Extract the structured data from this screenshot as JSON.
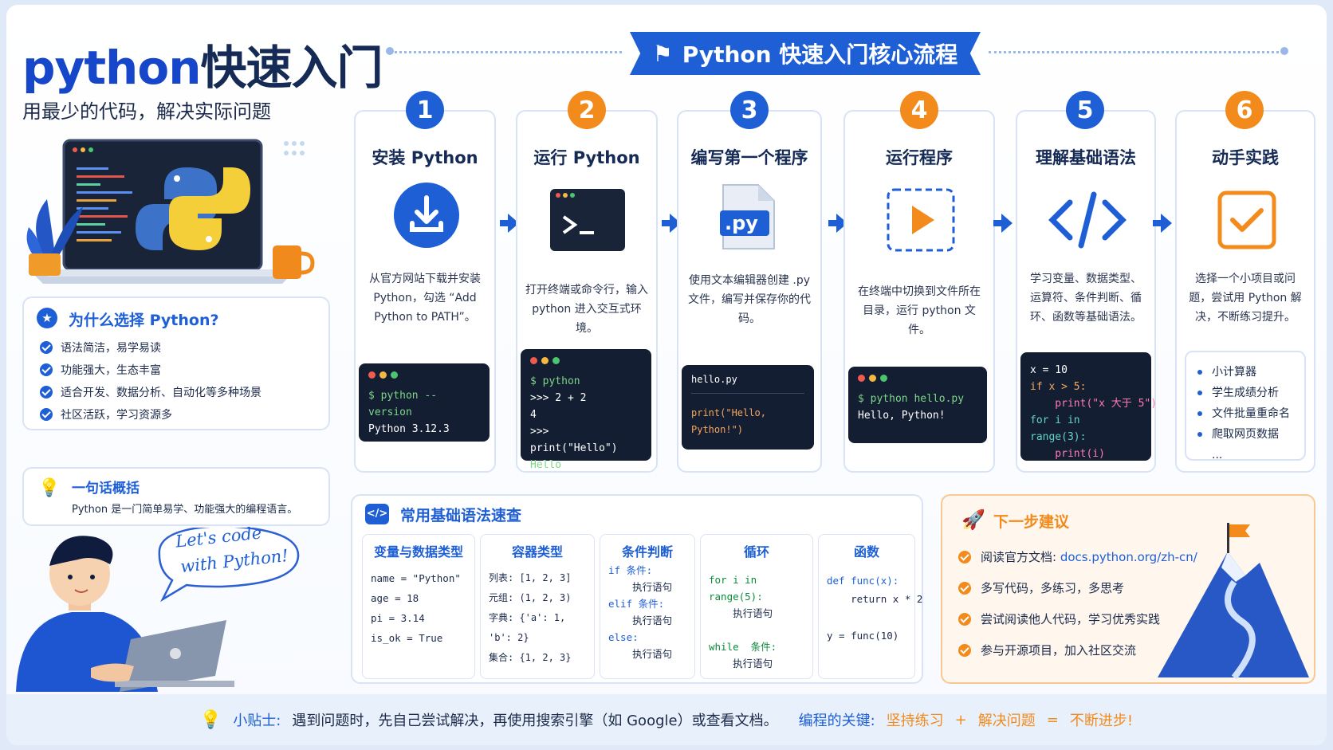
{
  "header": {
    "title_en": "python",
    "title_cn": "快速入门",
    "subtitle": "用最少的代码，解决实际问题"
  },
  "banner": {
    "title": "Python 快速入门核心流程",
    "icon": "flag-icon"
  },
  "steps": [
    {
      "num": "1",
      "title": "安装 Python",
      "desc": "从官方网站下载并安装 Python，勾选 “Add Python to PATH”。",
      "icon": "download-icon",
      "term": [
        "$ python --version",
        "Python 3.12.3"
      ]
    },
    {
      "num": "2",
      "title": "运行 Python",
      "desc": "打开终端或命令行，输入 python 进入交互式环境。",
      "icon": "terminal-icon",
      "term": [
        "$ python",
        ">>> 2 + 2",
        "4",
        ">>> print(\"Hello\")",
        "Hello"
      ]
    },
    {
      "num": "3",
      "title": "编写第一个程序",
      "desc": "使用文本编辑器创建 .py 文件，编写并保存你的代码。",
      "icon": "py-file-icon",
      "file_label": ".py",
      "term": [
        "hello.py",
        "print(\"Hello, Python!\")"
      ]
    },
    {
      "num": "4",
      "title": "运行程序",
      "desc": "在终端中切换到文件所在目录，运行 python 文件。",
      "icon": "play-icon",
      "term": [
        "$ python hello.py",
        "Hello, Python!"
      ]
    },
    {
      "num": "5",
      "title": "理解基础语法",
      "desc": "学习变量、数据类型、运算符、条件判断、循环、函数等基础语法。",
      "icon": "code-icon",
      "term": [
        "x = 10",
        "if x > 5:",
        "    print(\"x 大于 5\")",
        "for i in range(3):",
        "    print(i)"
      ]
    },
    {
      "num": "6",
      "title": "动手实践",
      "desc": "选择一个小项目或问题，尝试用 Python 解决，不断练习提升。",
      "icon": "checkbox-icon",
      "list": [
        "小计算器",
        "学生成绩分析",
        "文件批量重命名",
        "爬取网页数据",
        "..."
      ]
    }
  ],
  "why": {
    "title": "为什么选择 Python?",
    "items": [
      "语法简洁，易学易读",
      "功能强大，生态丰富",
      "适合开发、数据分析、自动化等多种场景",
      "社区活跃，学习资源多"
    ]
  },
  "summary": {
    "title": "一句话概括",
    "text": "Python 是一门简单易学、功能强大的编程语言。"
  },
  "speech": {
    "line1": "Let's code",
    "line2": "with Python!"
  },
  "syntax": {
    "title": "常用基础语法速查",
    "cols": [
      {
        "head": "变量与数据类型",
        "lines": [
          "name = \"Python\"",
          "age = 18",
          "pi = 3.14",
          "is_ok = True"
        ]
      },
      {
        "head": "容器类型",
        "lines": [
          "列表: [1, 2, 3]",
          "元组: (1, 2, 3)",
          "字典: {'a': 1, 'b': 2}",
          "集合: {1, 2, 3}"
        ]
      },
      {
        "head": "条件判断",
        "lines": [
          "if 条件:",
          "    执行语句",
          "elif 条件:",
          "    执行语句",
          "else:",
          "    执行语句"
        ]
      },
      {
        "head": "循环",
        "lines": [
          "for i in range(5):",
          "    执行语句",
          "",
          "while  条件:",
          "    执行语句"
        ]
      },
      {
        "head": "函数",
        "lines": [
          "def func(x):",
          "    return x * 2",
          "",
          "y = func(10)"
        ]
      }
    ]
  },
  "next": {
    "title": "下一步建议",
    "items": [
      {
        "text": "阅读官方文档: ",
        "link": "docs.python.org/zh-cn/"
      },
      {
        "text": "多写代码，多练习，多思考",
        "link": ""
      },
      {
        "text": "尝试阅读他人代码，学习优秀实践",
        "link": ""
      },
      {
        "text": "参与开源项目，加入社区交流",
        "link": ""
      }
    ]
  },
  "footer": {
    "tip_label": "小贴士:",
    "tip_text": "遇到问题时，先自己尝试解决，再使用搜索引擎（如 Google）或查看文档。",
    "key_label": "编程的关键:",
    "key_a": "坚持练习",
    "plus": "+",
    "key_b": "解决问题",
    "eq": "=",
    "key_c": "不断进步!"
  },
  "colors": {
    "primary": "#1e5fd6",
    "accent": "#f28a1c",
    "dark": "#152b56"
  }
}
